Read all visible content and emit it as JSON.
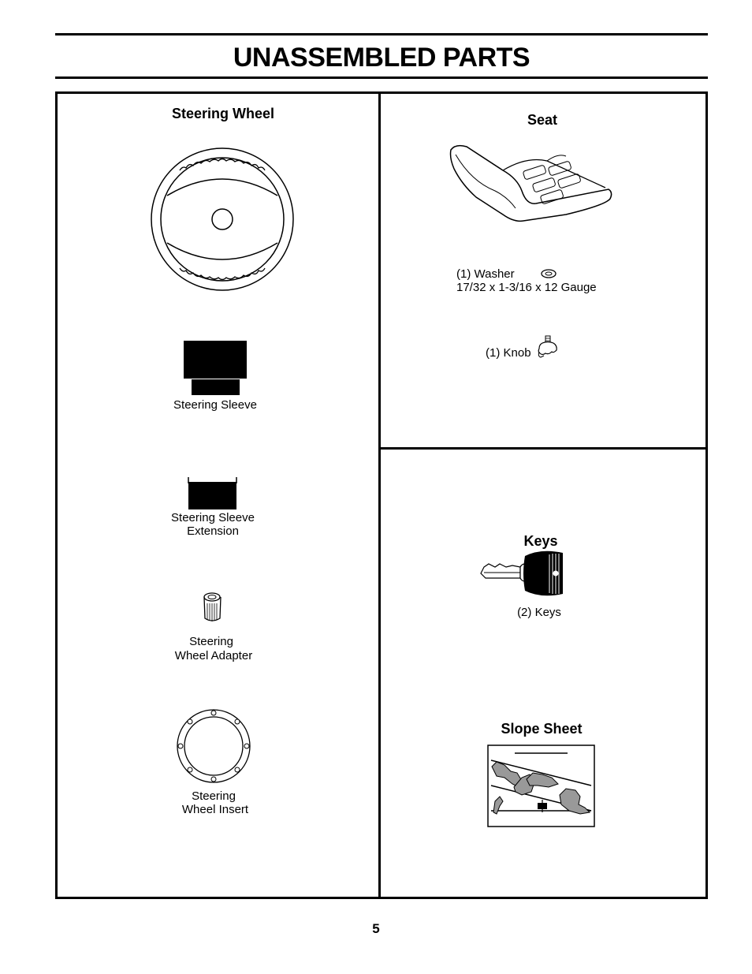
{
  "page": {
    "title": "UNASSEMBLED PARTS",
    "number": "5"
  },
  "left_panel": {
    "steering_wheel": {
      "heading": "Steering Wheel"
    },
    "steering_sleeve": {
      "label": "Steering Sleeve"
    },
    "steering_sleeve_extension": {
      "line1": "Steering Sleeve",
      "line2": "Extension"
    },
    "steering_wheel_adapter": {
      "line1": "Steering",
      "line2": "Wheel Adapter"
    },
    "steering_wheel_insert": {
      "line1": "Steering",
      "line2": "Wheel Insert"
    }
  },
  "right_top_panel": {
    "seat": {
      "heading": "Seat"
    },
    "washer": {
      "line1": "(1) Washer",
      "line2": "17/32 x 1-3/16 x 12 Gauge"
    },
    "knob": {
      "label": "(1) Knob"
    }
  },
  "right_bottom_panel": {
    "keys": {
      "heading": "Keys",
      "label": "(2) Keys"
    },
    "slope_sheet": {
      "heading": "Slope Sheet"
    }
  }
}
